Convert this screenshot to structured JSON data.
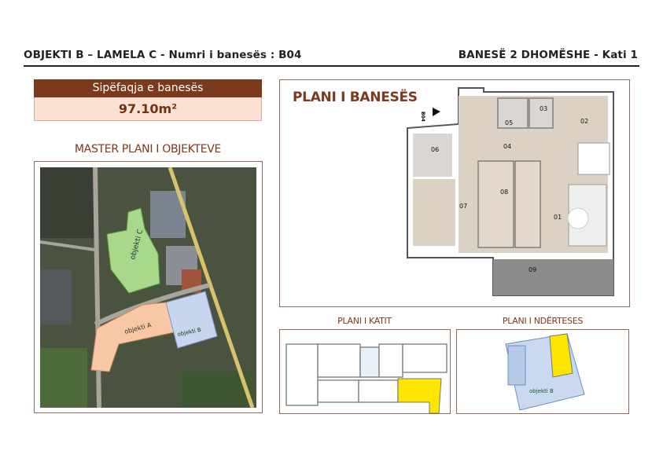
{
  "header": {
    "left_title": "OBJEKTI B – LAMELA C - Numri i banesës : B04",
    "right_title": "BANESË 2 DHOMËSHE - Kati 1"
  },
  "area": {
    "label": "Sipëfaqja e banesës",
    "value": "97.10m²"
  },
  "master_plan": {
    "title": "MASTER PLANI I OBJEKTEVE",
    "buildings": [
      "objekti C",
      "objekti A",
      "objekti B"
    ]
  },
  "apartment_plan": {
    "title": "PLANI I BANESËS",
    "unit_marker": "B04",
    "rooms": [
      "01",
      "02",
      "03",
      "04",
      "05",
      "06",
      "07",
      "08",
      "09"
    ]
  },
  "floor_plan": {
    "title": "PLANI I KATIT"
  },
  "building_plan": {
    "title": "PLANI I NDËRTESES",
    "building_label": "objekti B"
  },
  "colors": {
    "brand_brown": "#7b3a1b",
    "highlight_yellow": "#ffe600",
    "area_pink": "#fbe1d3"
  }
}
